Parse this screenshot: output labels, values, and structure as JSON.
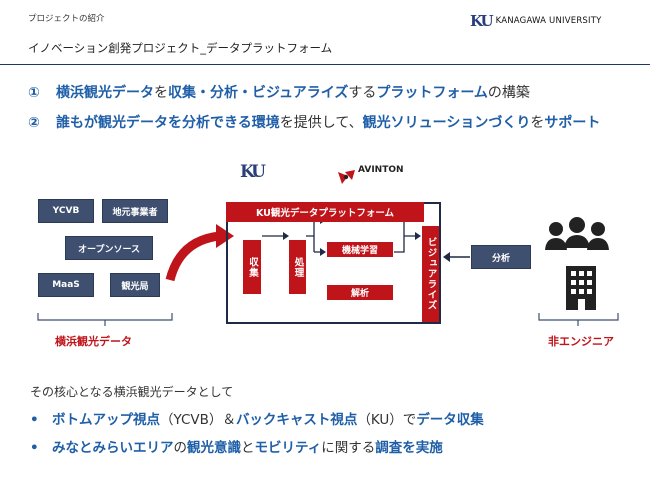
{
  "header": {
    "small": "プロジェクトの紹介",
    "title": "イノベーション創発プロジェクト_データプラットフォーム",
    "logo_mark": "KU",
    "logo_text": "KANAGAWA UNIVERSITY"
  },
  "points": [
    {
      "num": "①",
      "parts": [
        {
          "t": "横浜観光データ",
          "b": true
        },
        {
          "t": "を",
          "b": false
        },
        {
          "t": "収集・分析・ビジュアライズ",
          "b": true
        },
        {
          "t": "する",
          "b": false
        },
        {
          "t": "プラットフォーム",
          "b": true
        },
        {
          "t": "の構築",
          "b": false
        }
      ]
    },
    {
      "num": "②",
      "parts": [
        {
          "t": "誰もが観光データを分析できる環境",
          "b": true
        },
        {
          "t": "を提供して、",
          "b": false
        },
        {
          "t": "観光ソリューションづくり",
          "b": true
        },
        {
          "t": "を",
          "b": false
        },
        {
          "t": "サポート",
          "b": true
        }
      ]
    }
  ],
  "diagram": {
    "sources": [
      "YCVB",
      "地元事業者",
      "オープンソース",
      "MaaS",
      "観光局"
    ],
    "sources_label": "横浜観光データ",
    "ku_mark": "KU",
    "avinton": "AVINTON",
    "platform_title": "KU観光データプラットフォーム",
    "collect": "収集",
    "process": "処理",
    "ml": "機械学習",
    "analysis": "解析",
    "visualize": "ビジュアライズ",
    "analyze_box": "分析",
    "users_label": "非エンジニア"
  },
  "lead": "その核心となる横浜観光データとして",
  "bullets": [
    {
      "dot": "•",
      "parts": [
        {
          "t": "ボトムアップ視点",
          "b": true
        },
        {
          "t": "（YCVB）＆",
          "b": false
        },
        {
          "t": "バックキャスト視点",
          "b": true
        },
        {
          "t": "（KU）で",
          "b": false
        },
        {
          "t": "データ収集",
          "b": true
        }
      ]
    },
    {
      "dot": "•",
      "parts": [
        {
          "t": "みなとみらいエリア",
          "b": true
        },
        {
          "t": "の",
          "b": false
        },
        {
          "t": "観光意識",
          "b": true
        },
        {
          "t": "と",
          "b": false
        },
        {
          "t": "モビリティ",
          "b": true
        },
        {
          "t": "に関する",
          "b": false
        },
        {
          "t": "調査を実施",
          "b": true
        }
      ]
    }
  ]
}
